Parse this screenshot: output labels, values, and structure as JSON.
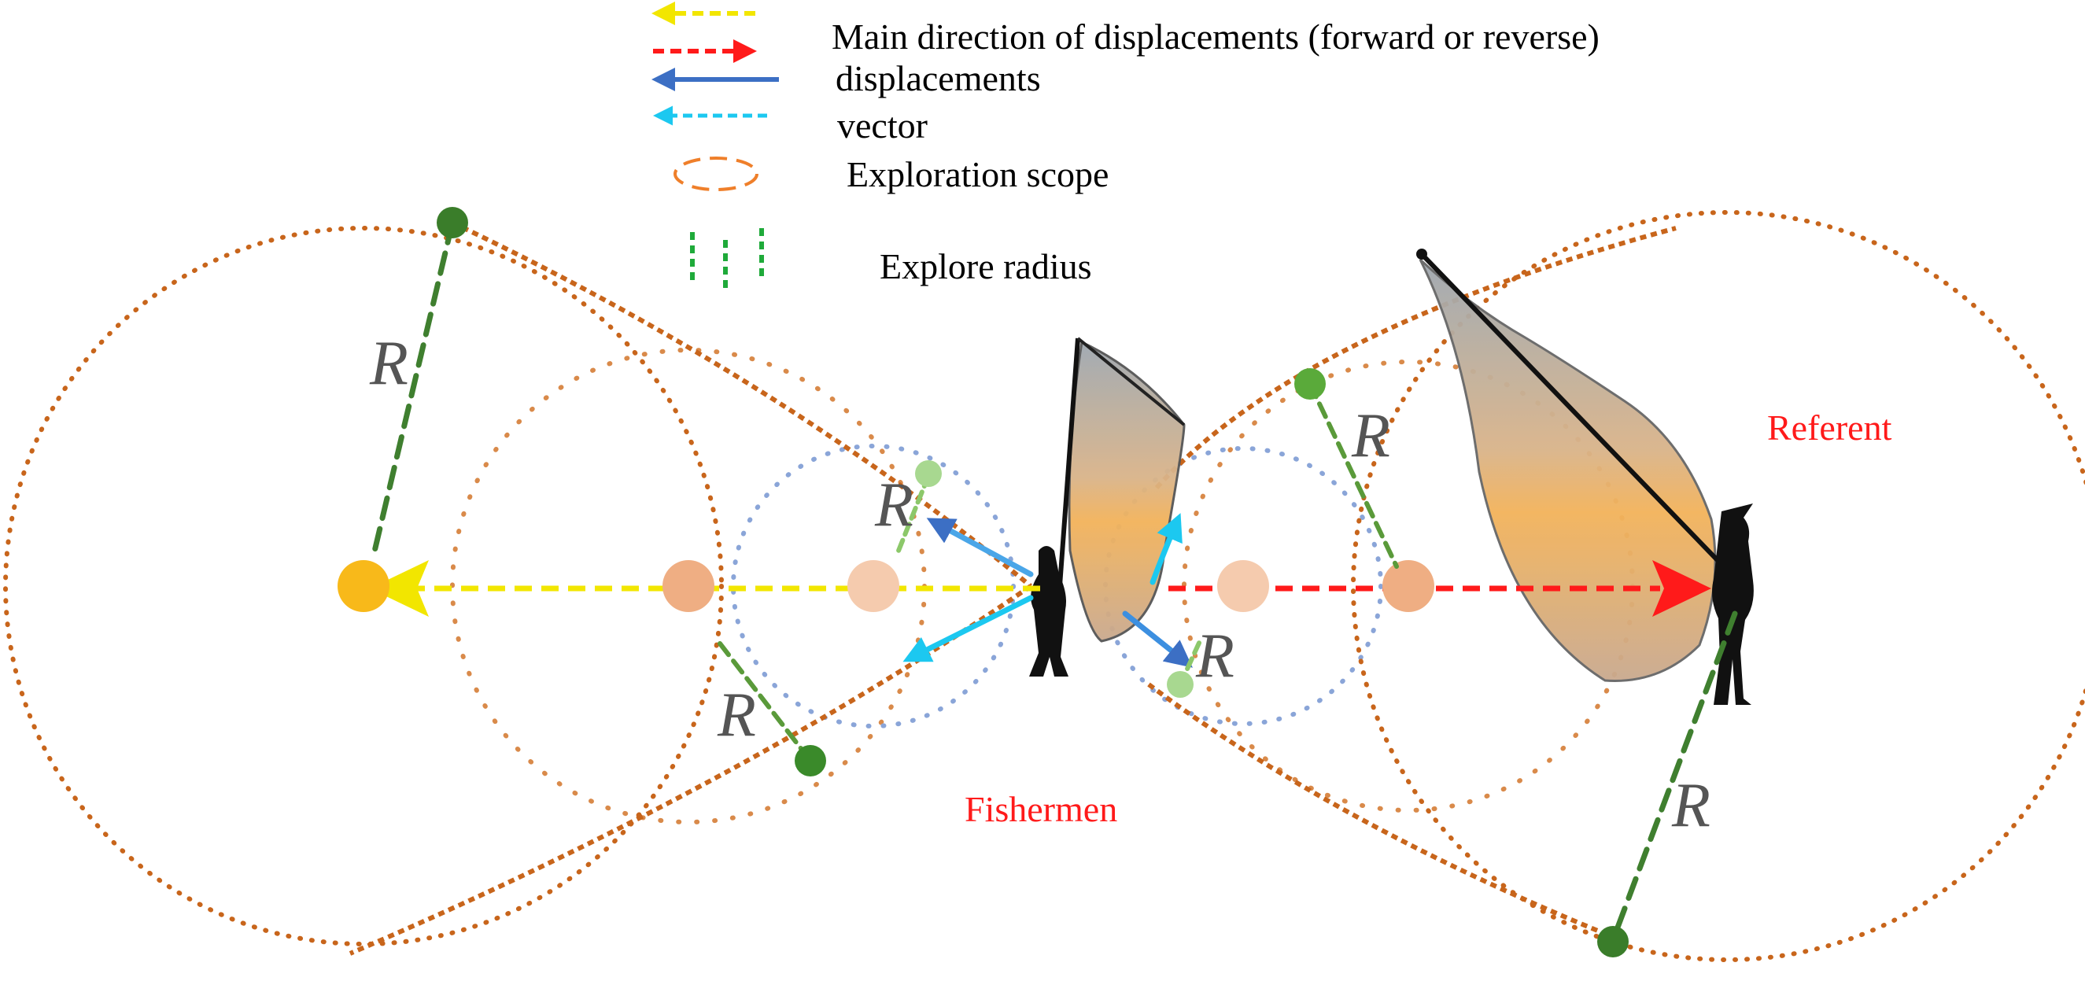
{
  "legend": {
    "items": [
      {
        "text": "Main direction of displacements (forward or reverse)",
        "symbol": "yellow-red-dashed-arrows"
      },
      {
        "text": "displacements",
        "symbol": "blue-arrow"
      },
      {
        "text": "vector",
        "symbol": "cyan-dashed-arrow"
      },
      {
        "text": "Exploration scope",
        "symbol": "orange-dashed-ellipse"
      },
      {
        "text": "Explore radius",
        "symbol": "green-dashed-lines"
      }
    ]
  },
  "labels": {
    "radius": "R",
    "fishermen": "Fishermen",
    "referent": "Referent"
  },
  "colors": {
    "yellow": "#f2e600",
    "red": "#ff1a1a",
    "blue": "#3c6fc4",
    "cyan": "#1cc8f0",
    "orange_dotted": "#c8651b",
    "green": "#3a8a2a",
    "blue_dotted": "#8aa5d8"
  }
}
